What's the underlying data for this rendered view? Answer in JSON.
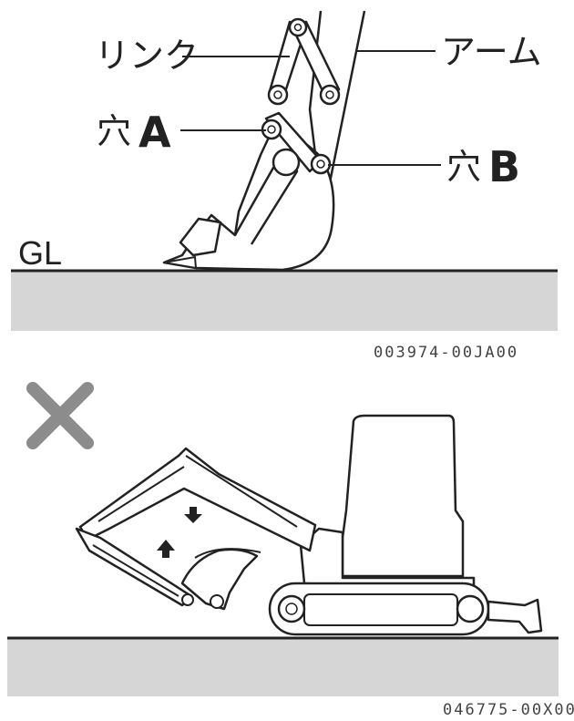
{
  "top_figure": {
    "labels": {
      "link": "リンク",
      "arm": "アーム",
      "hole_a_prefix": "穴",
      "hole_a_letter": "A",
      "hole_b_prefix": "穴",
      "hole_b_letter": "B",
      "ground_level": "GL"
    },
    "figure_code": "003974-00JA00"
  },
  "bottom_figure": {
    "prohibited_mark": "x-mark",
    "figure_code": "046775-00X00"
  },
  "colors": {
    "ground_fill": "#d6d6d6",
    "line": "#222222",
    "x_mark": "#8c8c8c"
  }
}
